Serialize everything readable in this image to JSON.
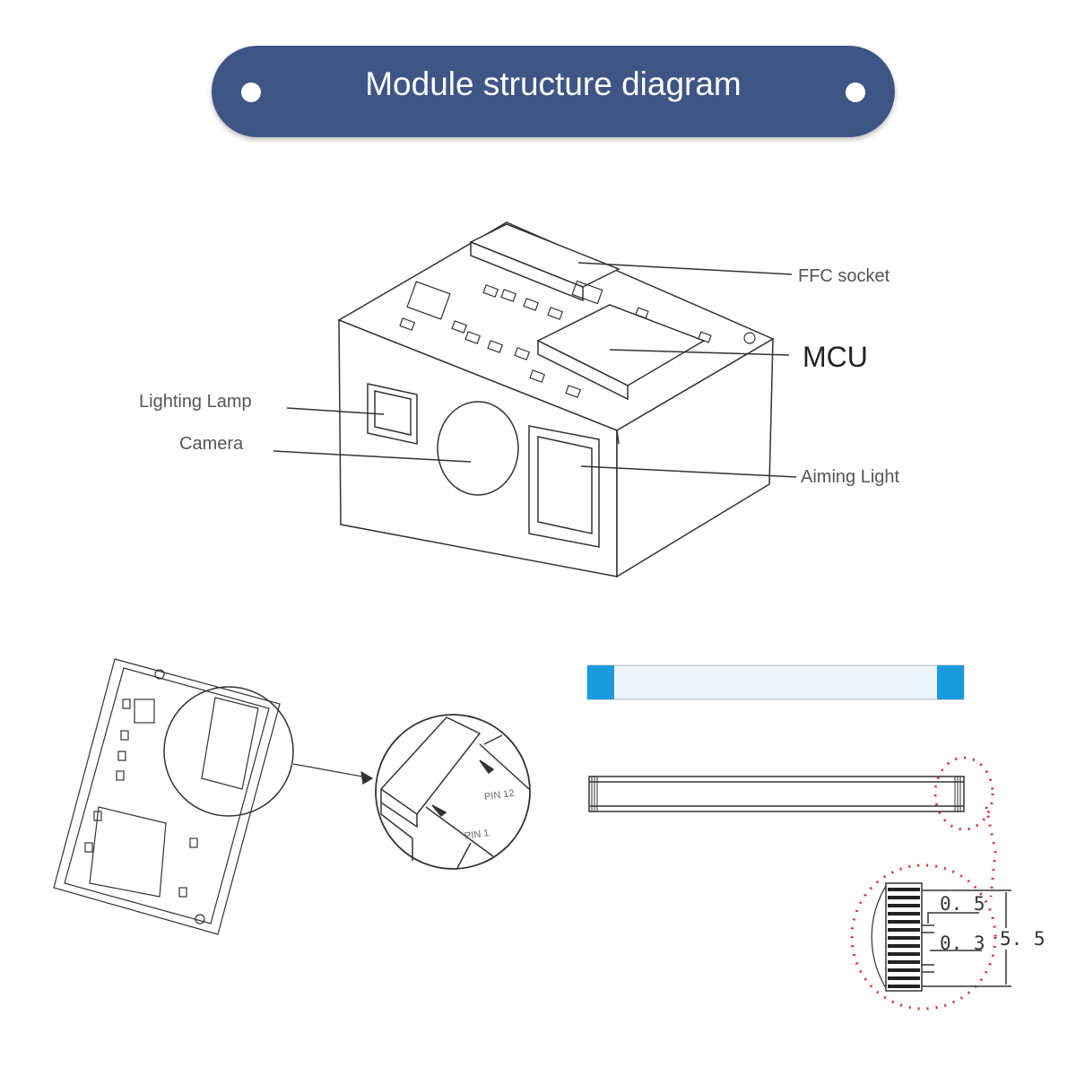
{
  "title": "Module structure diagram",
  "colors": {
    "banner": "#3e5585",
    "cable_tab": "#1a9be0",
    "dotted": "#d0303a"
  },
  "labels": {
    "ffc_socket": "FFC socket",
    "mcu": "MCU",
    "lighting_lamp": "Lighting Lamp",
    "camera": "Camera",
    "aiming_light": "Aiming Light",
    "pin12": "PIN 12",
    "pin1": "PIN 1"
  },
  "dimensions": {
    "pitch": "0. 5",
    "gap": "0. 3",
    "width": "5. 5"
  }
}
